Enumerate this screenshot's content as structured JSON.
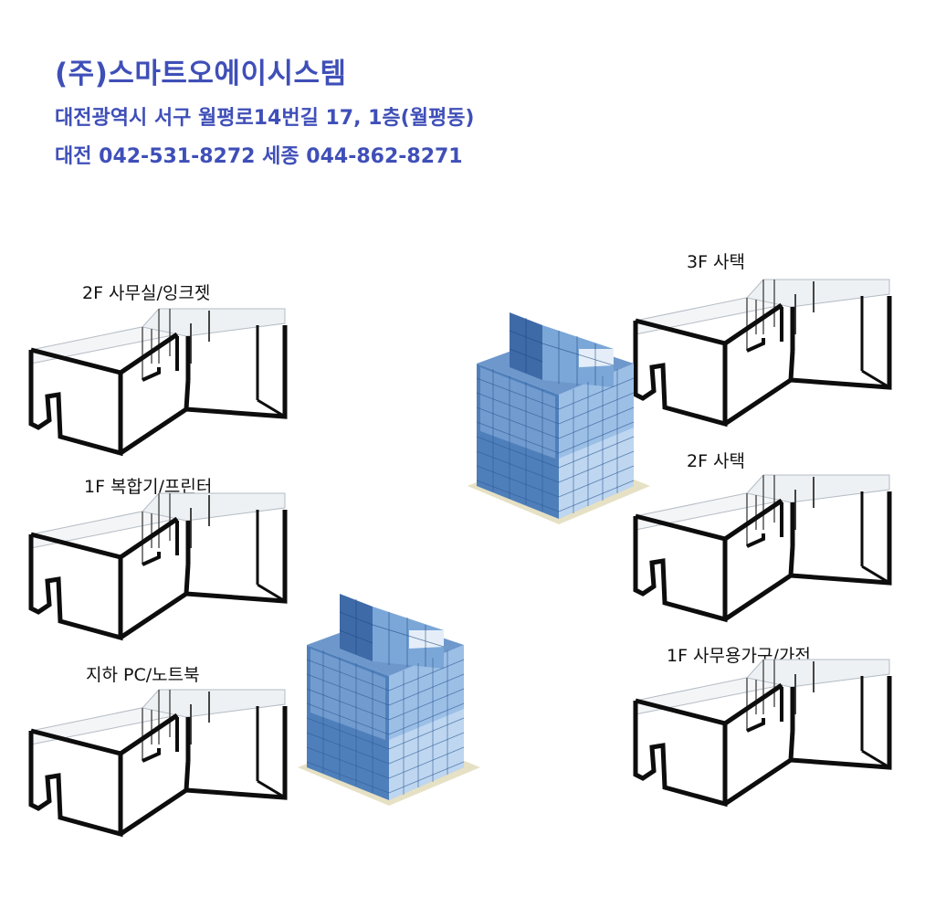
{
  "header": {
    "company": "(주)스마트오에이시스템",
    "address": "대전광역시 서구 월평로14번길 17, 1층(월평동)",
    "phone": "대전 042-531-8272 세종 044-862-8271"
  },
  "left_building": {
    "floors": [
      {
        "label": "2F 사무실/잉크젯"
      },
      {
        "label": "1F 복합기/프린터"
      },
      {
        "label": "지하 PC/노트북"
      }
    ]
  },
  "right_building": {
    "floors": [
      {
        "label": "3F 사택"
      },
      {
        "label": "2F 사택"
      },
      {
        "label": "1F 사무용가구/가전"
      }
    ]
  },
  "colors": {
    "header_text": "#3f4fb8",
    "building_light": "#9ec0e6",
    "building_dark": "#3c6aa6",
    "base": "#e6e1c4"
  }
}
